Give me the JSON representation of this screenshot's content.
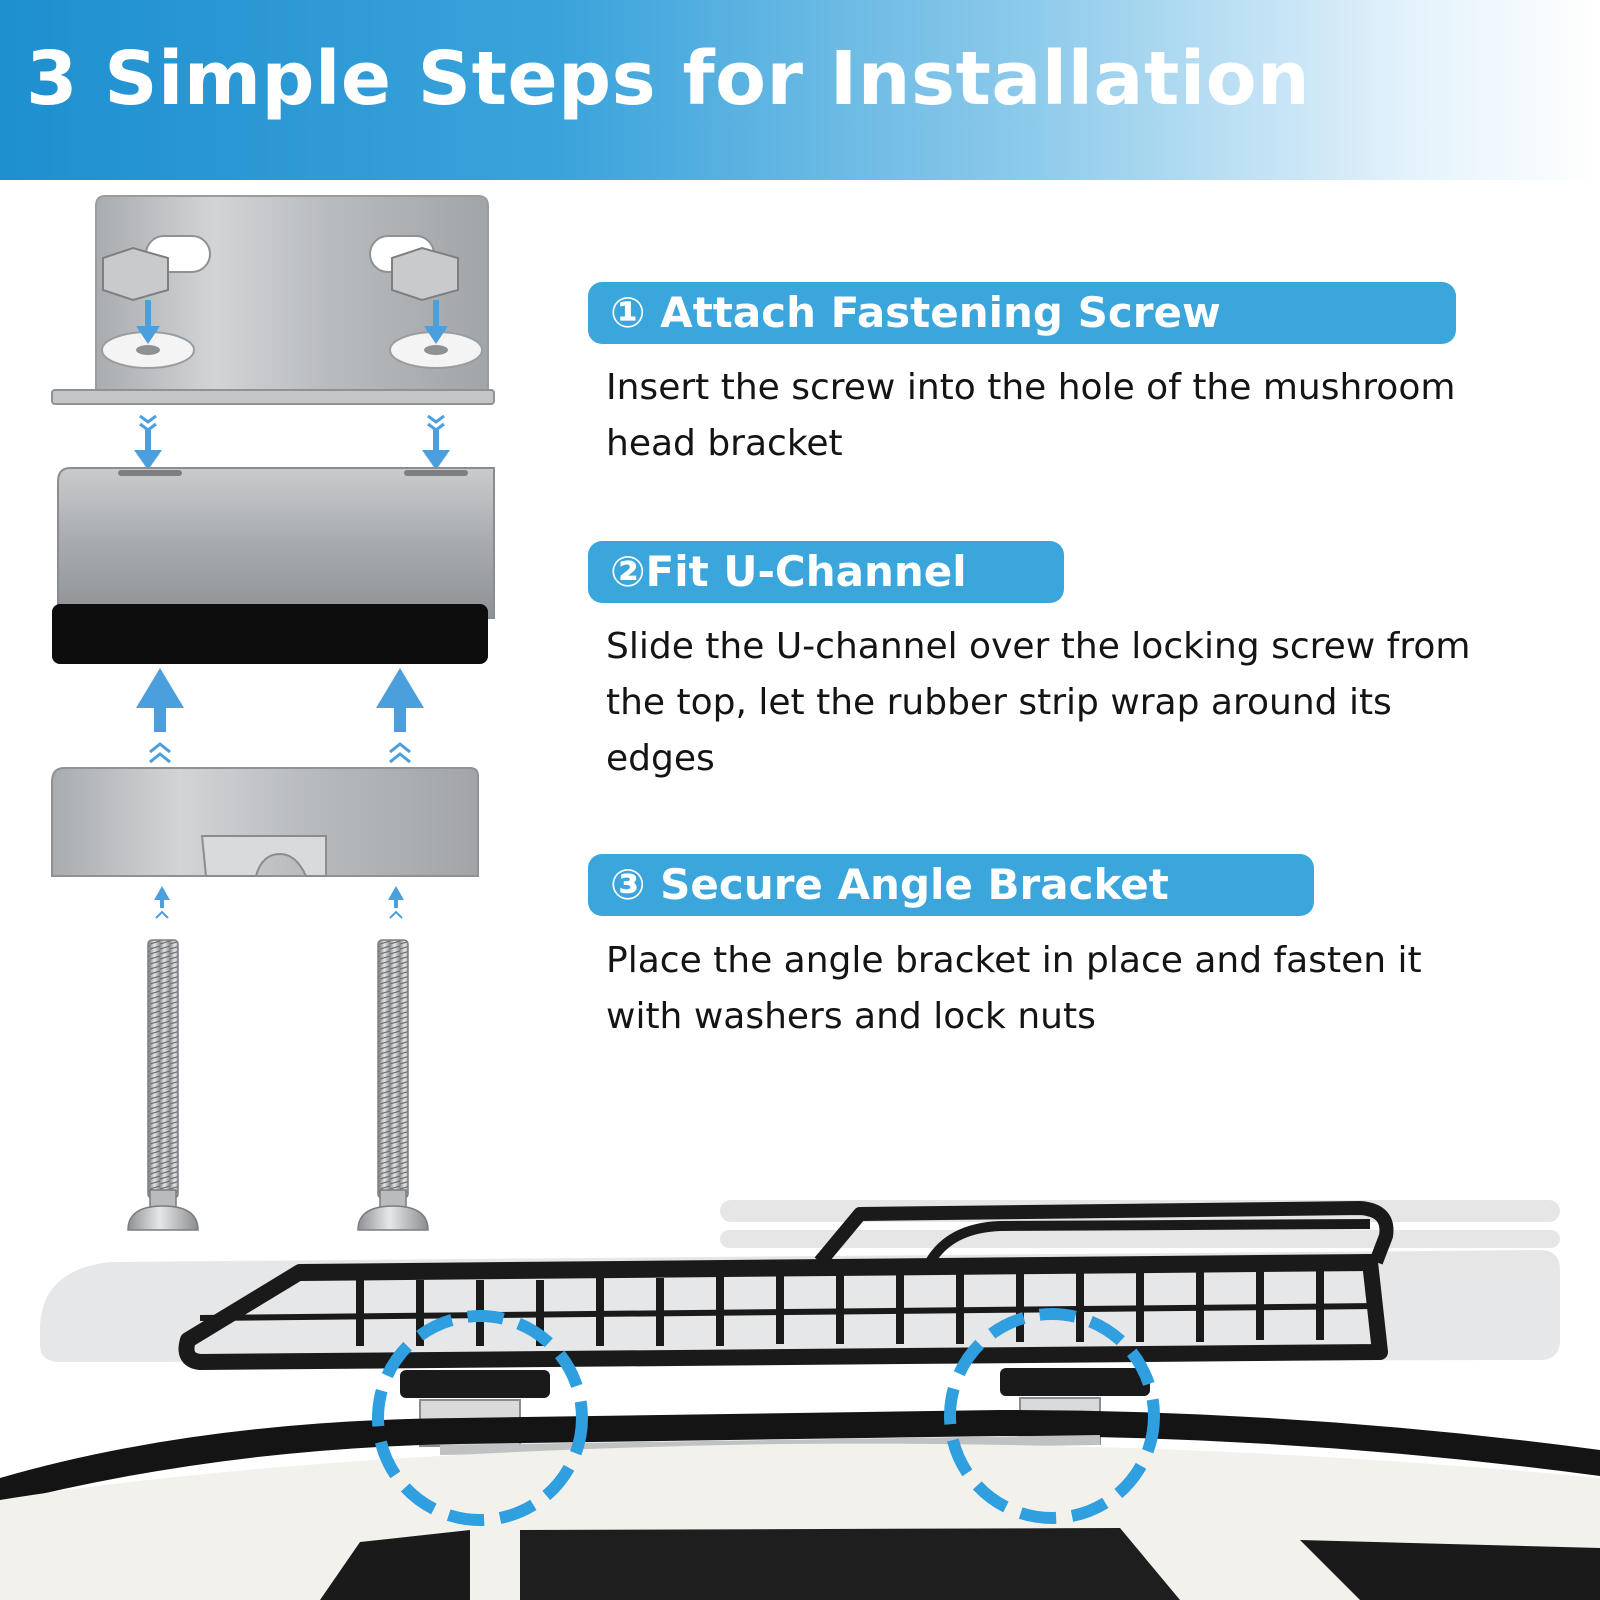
{
  "header": {
    "title": "3 Simple Steps for Installation",
    "gradient_start": "#1e8fcf",
    "gradient_end": "#ffffff"
  },
  "steps": [
    {
      "label": "① Attach Fastening Screw",
      "description": "Insert the screw into the hole of the mushroom head bracket"
    },
    {
      "label": "②Fit U-Channel",
      "description": "Slide the U-channel over the locking screw from the top, let the rubber strip wrap around its edges"
    },
    {
      "label": "③ Secure Angle Bracket",
      "description": "Place the angle bracket in place and fasten it with washers and lock nuts"
    }
  ],
  "colors": {
    "pill": "#3aa6dc",
    "arrow": "#4a9fdc",
    "highlight_circle": "#2f9fe0",
    "metal": "#b5b8bb",
    "rubber": "#0d0d0d"
  }
}
